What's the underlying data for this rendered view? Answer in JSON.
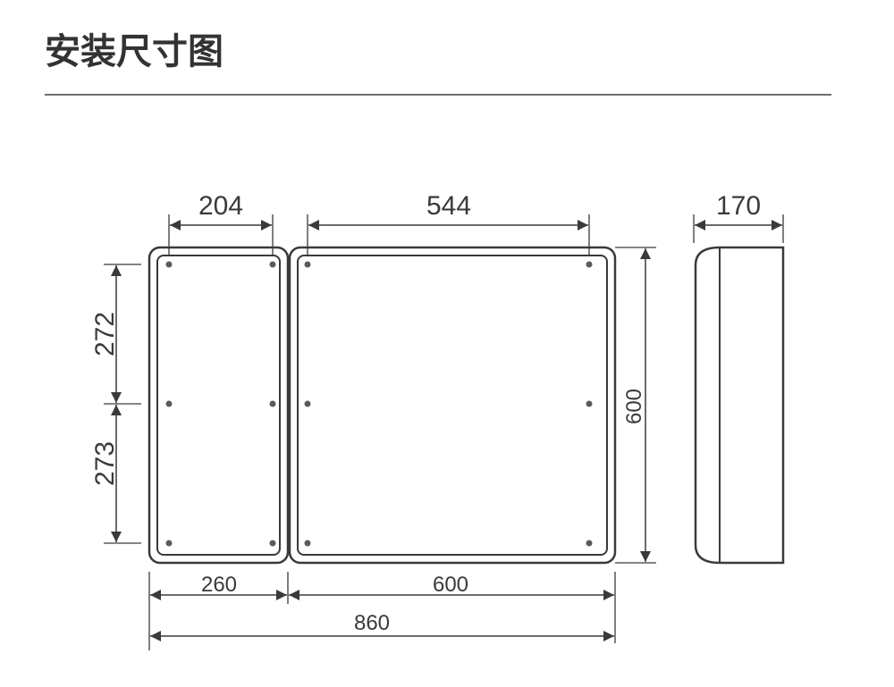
{
  "header": {
    "title": "安装尺寸图"
  },
  "dimensions": {
    "left_hole_spacing": "204",
    "right_hole_spacing": "544",
    "depth": "170",
    "upper_hole_spacing": "272",
    "lower_hole_spacing": "273",
    "height": "600",
    "left_box_width": "260",
    "right_box_width": "600",
    "total_width": "860"
  },
  "colors": {
    "line": "#3a3a3a",
    "title": "#333333",
    "rule": "#6e6e6e"
  }
}
